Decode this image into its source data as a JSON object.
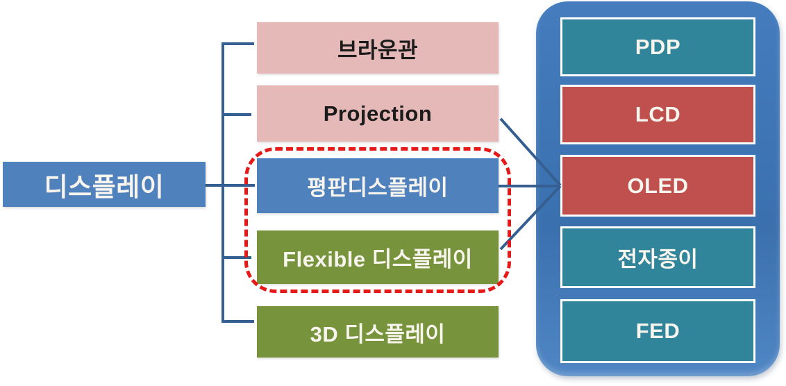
{
  "diagram": {
    "root": {
      "label": "디스플레이"
    },
    "categories": [
      {
        "label": "브라운관"
      },
      {
        "label": "Projection"
      },
      {
        "label": "평판디스플레이"
      },
      {
        "label": "Flexible 디스플레이"
      },
      {
        "label": "3D 디스플레이"
      }
    ],
    "panel_items": [
      {
        "label": "PDP"
      },
      {
        "label": "LCD"
      },
      {
        "label": "OLED"
      },
      {
        "label": "전자종이"
      },
      {
        "label": "FED"
      }
    ]
  },
  "colors": {
    "root_blue": "#4f81bd",
    "pink": "#e5b9b7",
    "blue": "#4f81bd",
    "olive": "#77933c",
    "teal": "#31859b",
    "red": "#c0504d",
    "panel_blue_top": "#447cbe",
    "panel_blue_bottom": "#3a70ae",
    "connector": "#365f91",
    "highlight_dash_red": "#e71818",
    "text_dark": "#1b1b1b",
    "text_light": "#f8f4ee"
  }
}
